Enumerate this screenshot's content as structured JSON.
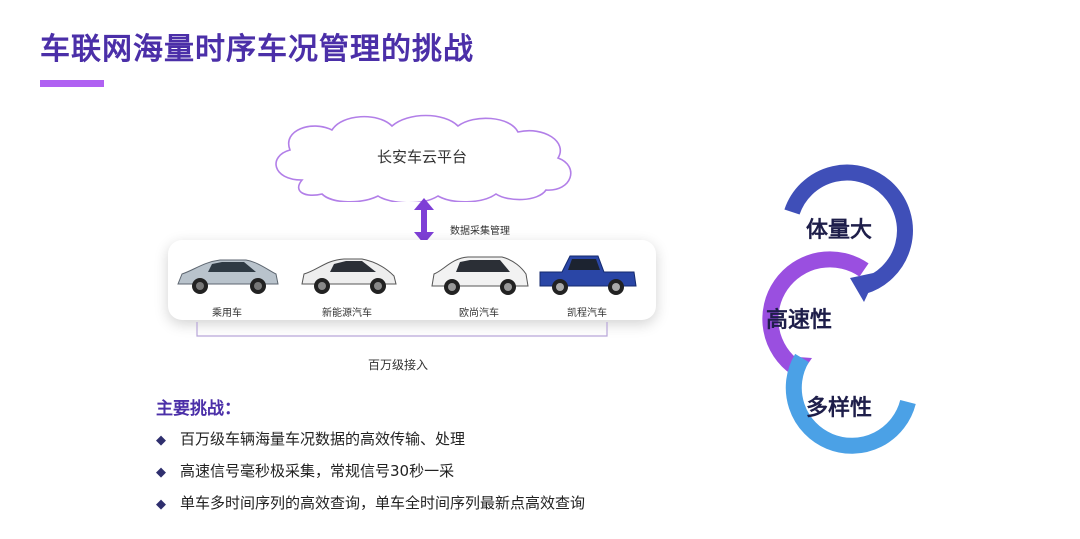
{
  "page": {
    "title": "车联网海量时序车况管理的挑战"
  },
  "diagram": {
    "cloud_label": "长安车云平台",
    "arrow_label": "数据采集管理",
    "cars": [
      {
        "label": "乘用车",
        "color": "#b9c3cc"
      },
      {
        "label": "新能源汽车",
        "color": "#eeeeee"
      },
      {
        "label": "欧尚汽车",
        "color": "#f2f2f2"
      },
      {
        "label": "凯程汽车",
        "color": "#2a46a6"
      }
    ],
    "brace_label": "百万级接入"
  },
  "challenges": {
    "heading": "主要挑战：",
    "items": [
      "百万级车辆海量车况数据的高效传输、处理",
      "高速信号毫秒极采集，常规信号30秒一采",
      "单车多时间序列的高效查询，单车全时间序列最新点高效查询"
    ]
  },
  "rings": {
    "items": [
      {
        "label": "体量大",
        "color": "#3f4fb8"
      },
      {
        "label": "高速性",
        "color": "#9a4fe0"
      },
      {
        "label": "多样性",
        "color": "#4ba1e6"
      }
    ]
  },
  "colors": {
    "title": "#4b2fa8",
    "accent_bar": "#b061f2",
    "arrow": "#7e3fd6"
  }
}
